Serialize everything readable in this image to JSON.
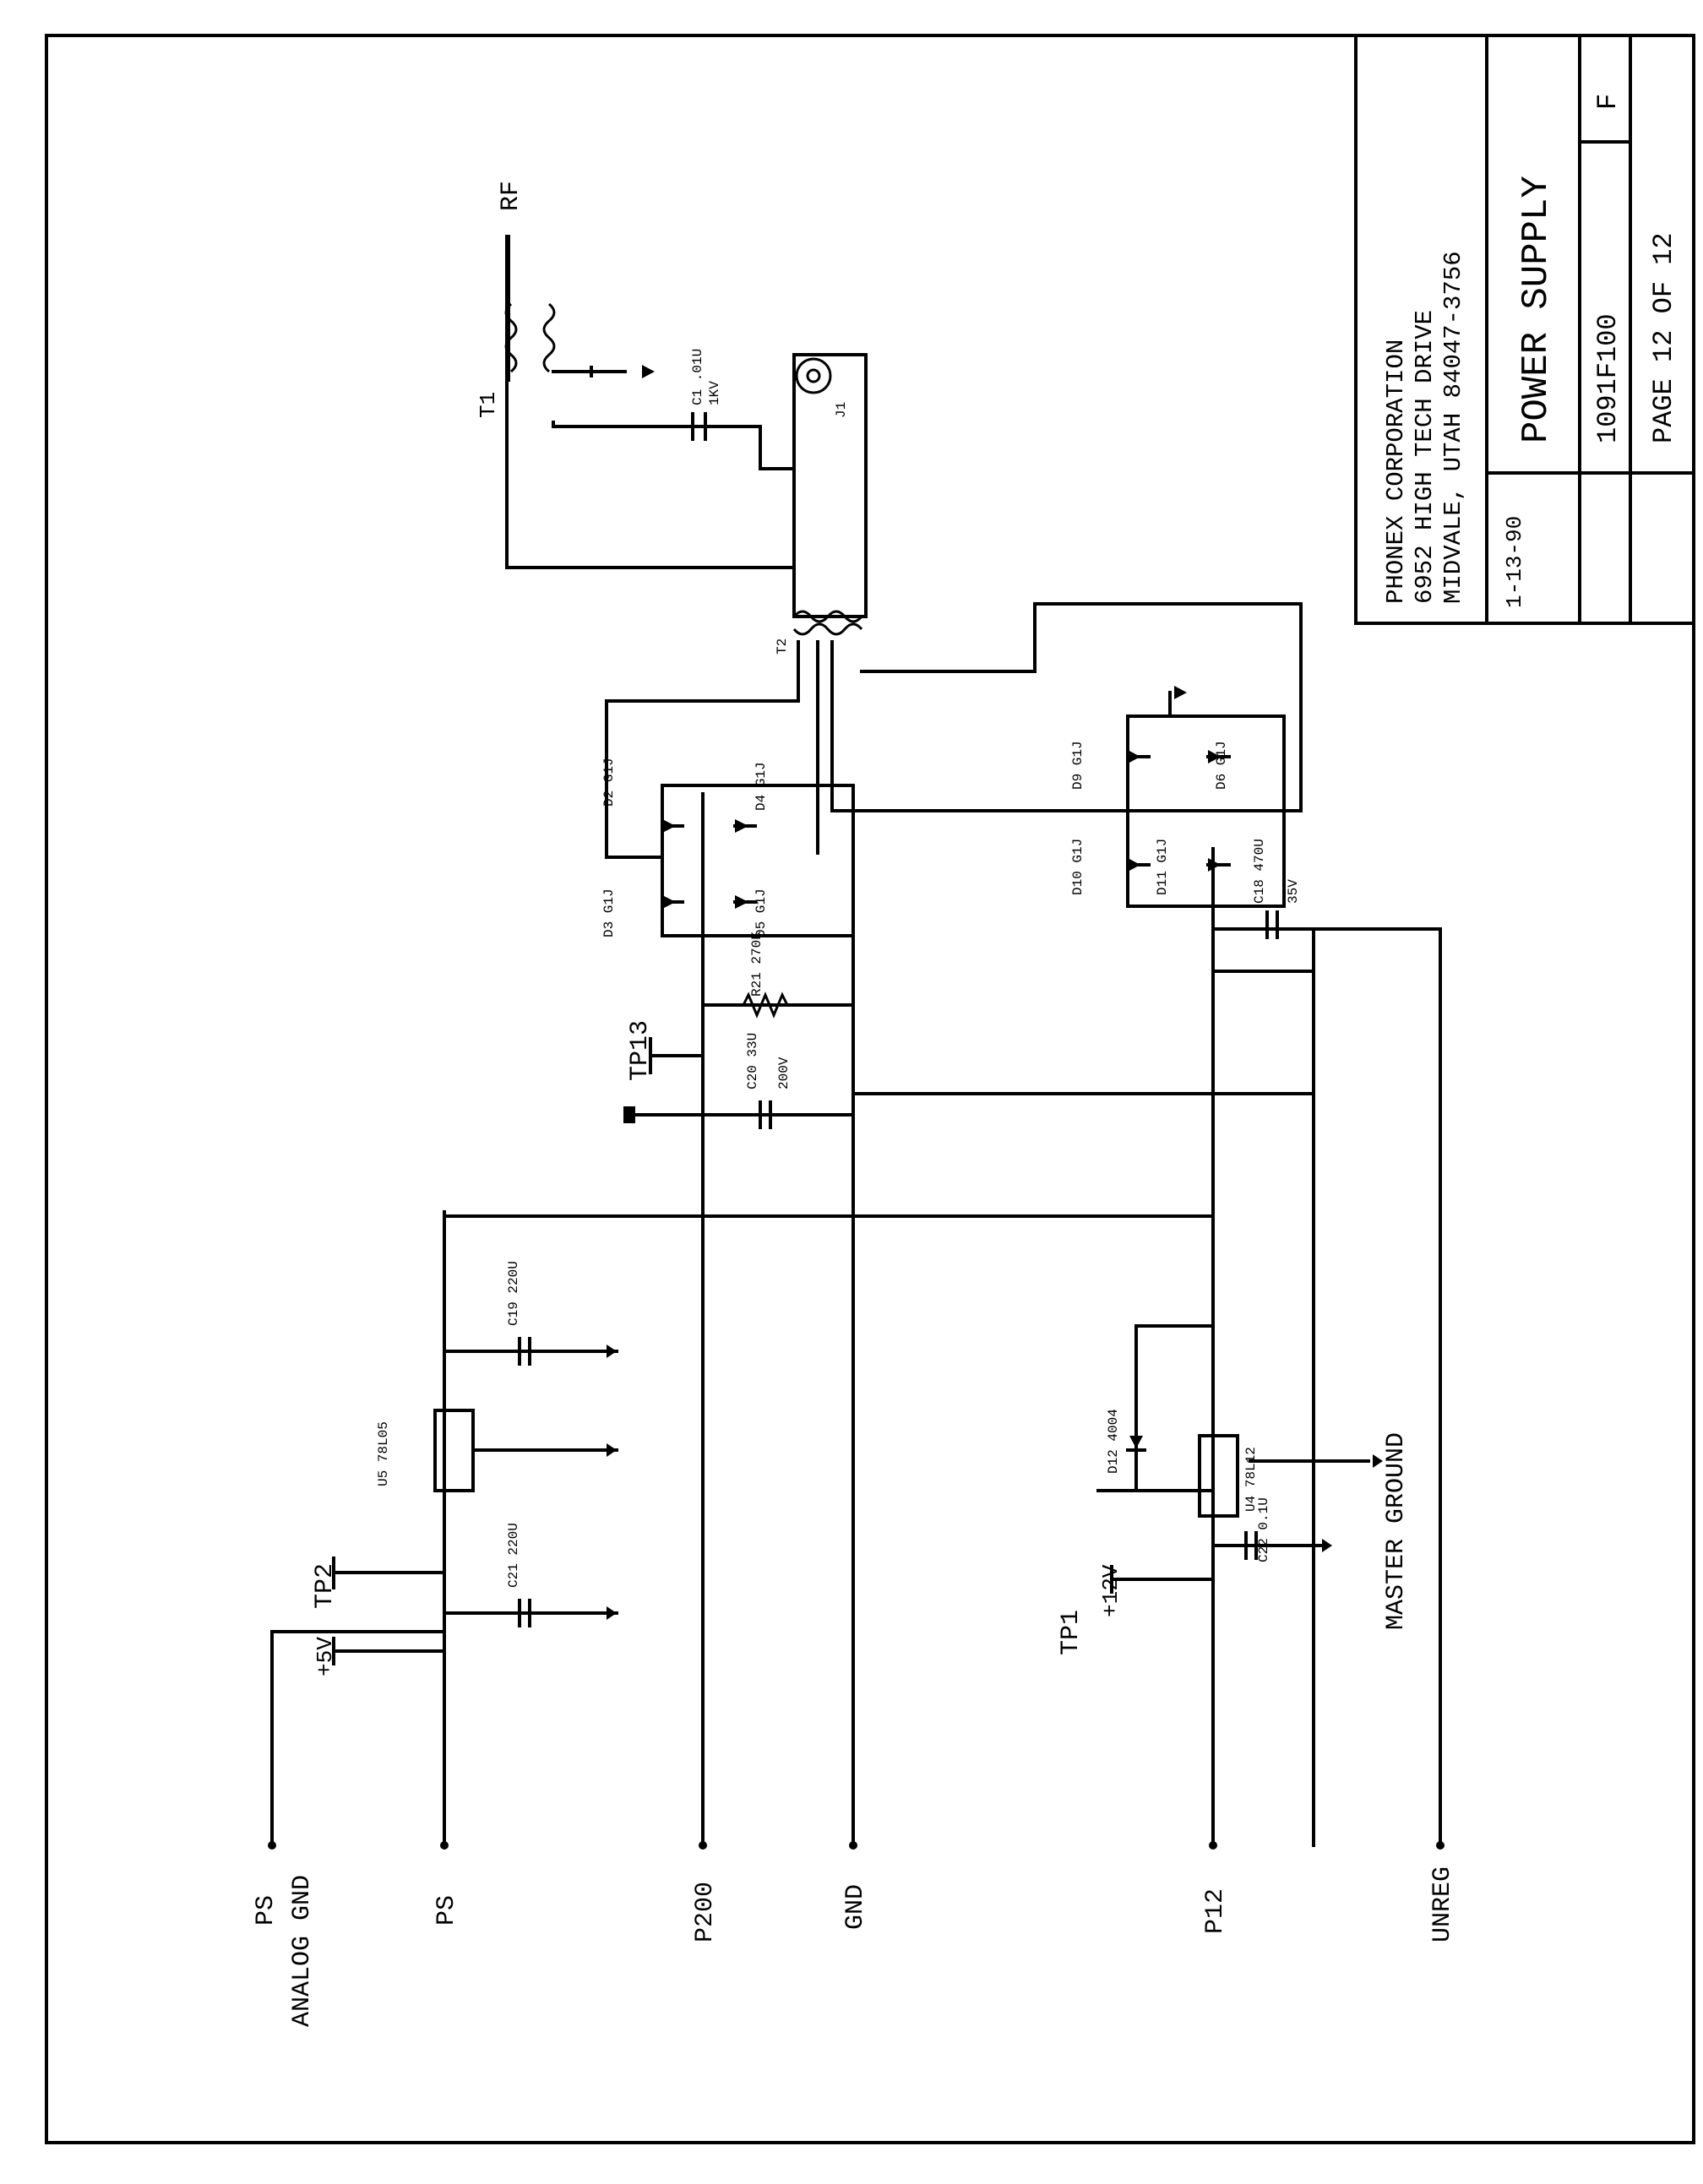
{
  "title_block": {
    "company": "PHONEX CORPORATION",
    "address": "6952 HIGH TECH DRIVE",
    "city": "MIDVALE,  UTAH  84047-3756",
    "date": "1-13-90",
    "sheet_title": "POWER SUPPLY",
    "drawing_number": "1091F100",
    "revision": "F",
    "page": "PAGE  12  OF  12"
  },
  "nets": {
    "ps_analog_gnd_1": "PS",
    "ps_analog_gnd_2": "ANALOG GND",
    "ps": "PS",
    "p200": "P200",
    "gnd": "GND",
    "p12": "P12",
    "unreg": "UNREG",
    "rf": "RF",
    "master_ground": "MASTER GROUND"
  },
  "test_points": {
    "tp2": "TP2",
    "tp2_voltage": "+5V",
    "tp1": "TP1",
    "tp1_voltage": "+12V",
    "tp13": "TP13"
  },
  "components": {
    "t1": "T1",
    "t2": "T2",
    "j1": "J1",
    "c1": "C1 .01U",
    "c1_rating": "1KV",
    "d2": "D2 G1J",
    "d3": "D3 G1J",
    "d4": "D4 G1J",
    "d5": "D5 G1J",
    "d6": "D6 G1J",
    "d9": "D9 G1J",
    "d10": "D10 G1J",
    "d11": "D11 G1J",
    "d12": "D12 4004",
    "r21": "R21 270K",
    "c20": "C20 33U",
    "c20_rating": "200V",
    "c18": "C18 470U",
    "c18_rating": "35V",
    "c19": "C19 220U",
    "c21": "C21 220U",
    "c22": "C22 0.1U",
    "u5": "U5 78L05",
    "u4": "U4 78L12"
  }
}
